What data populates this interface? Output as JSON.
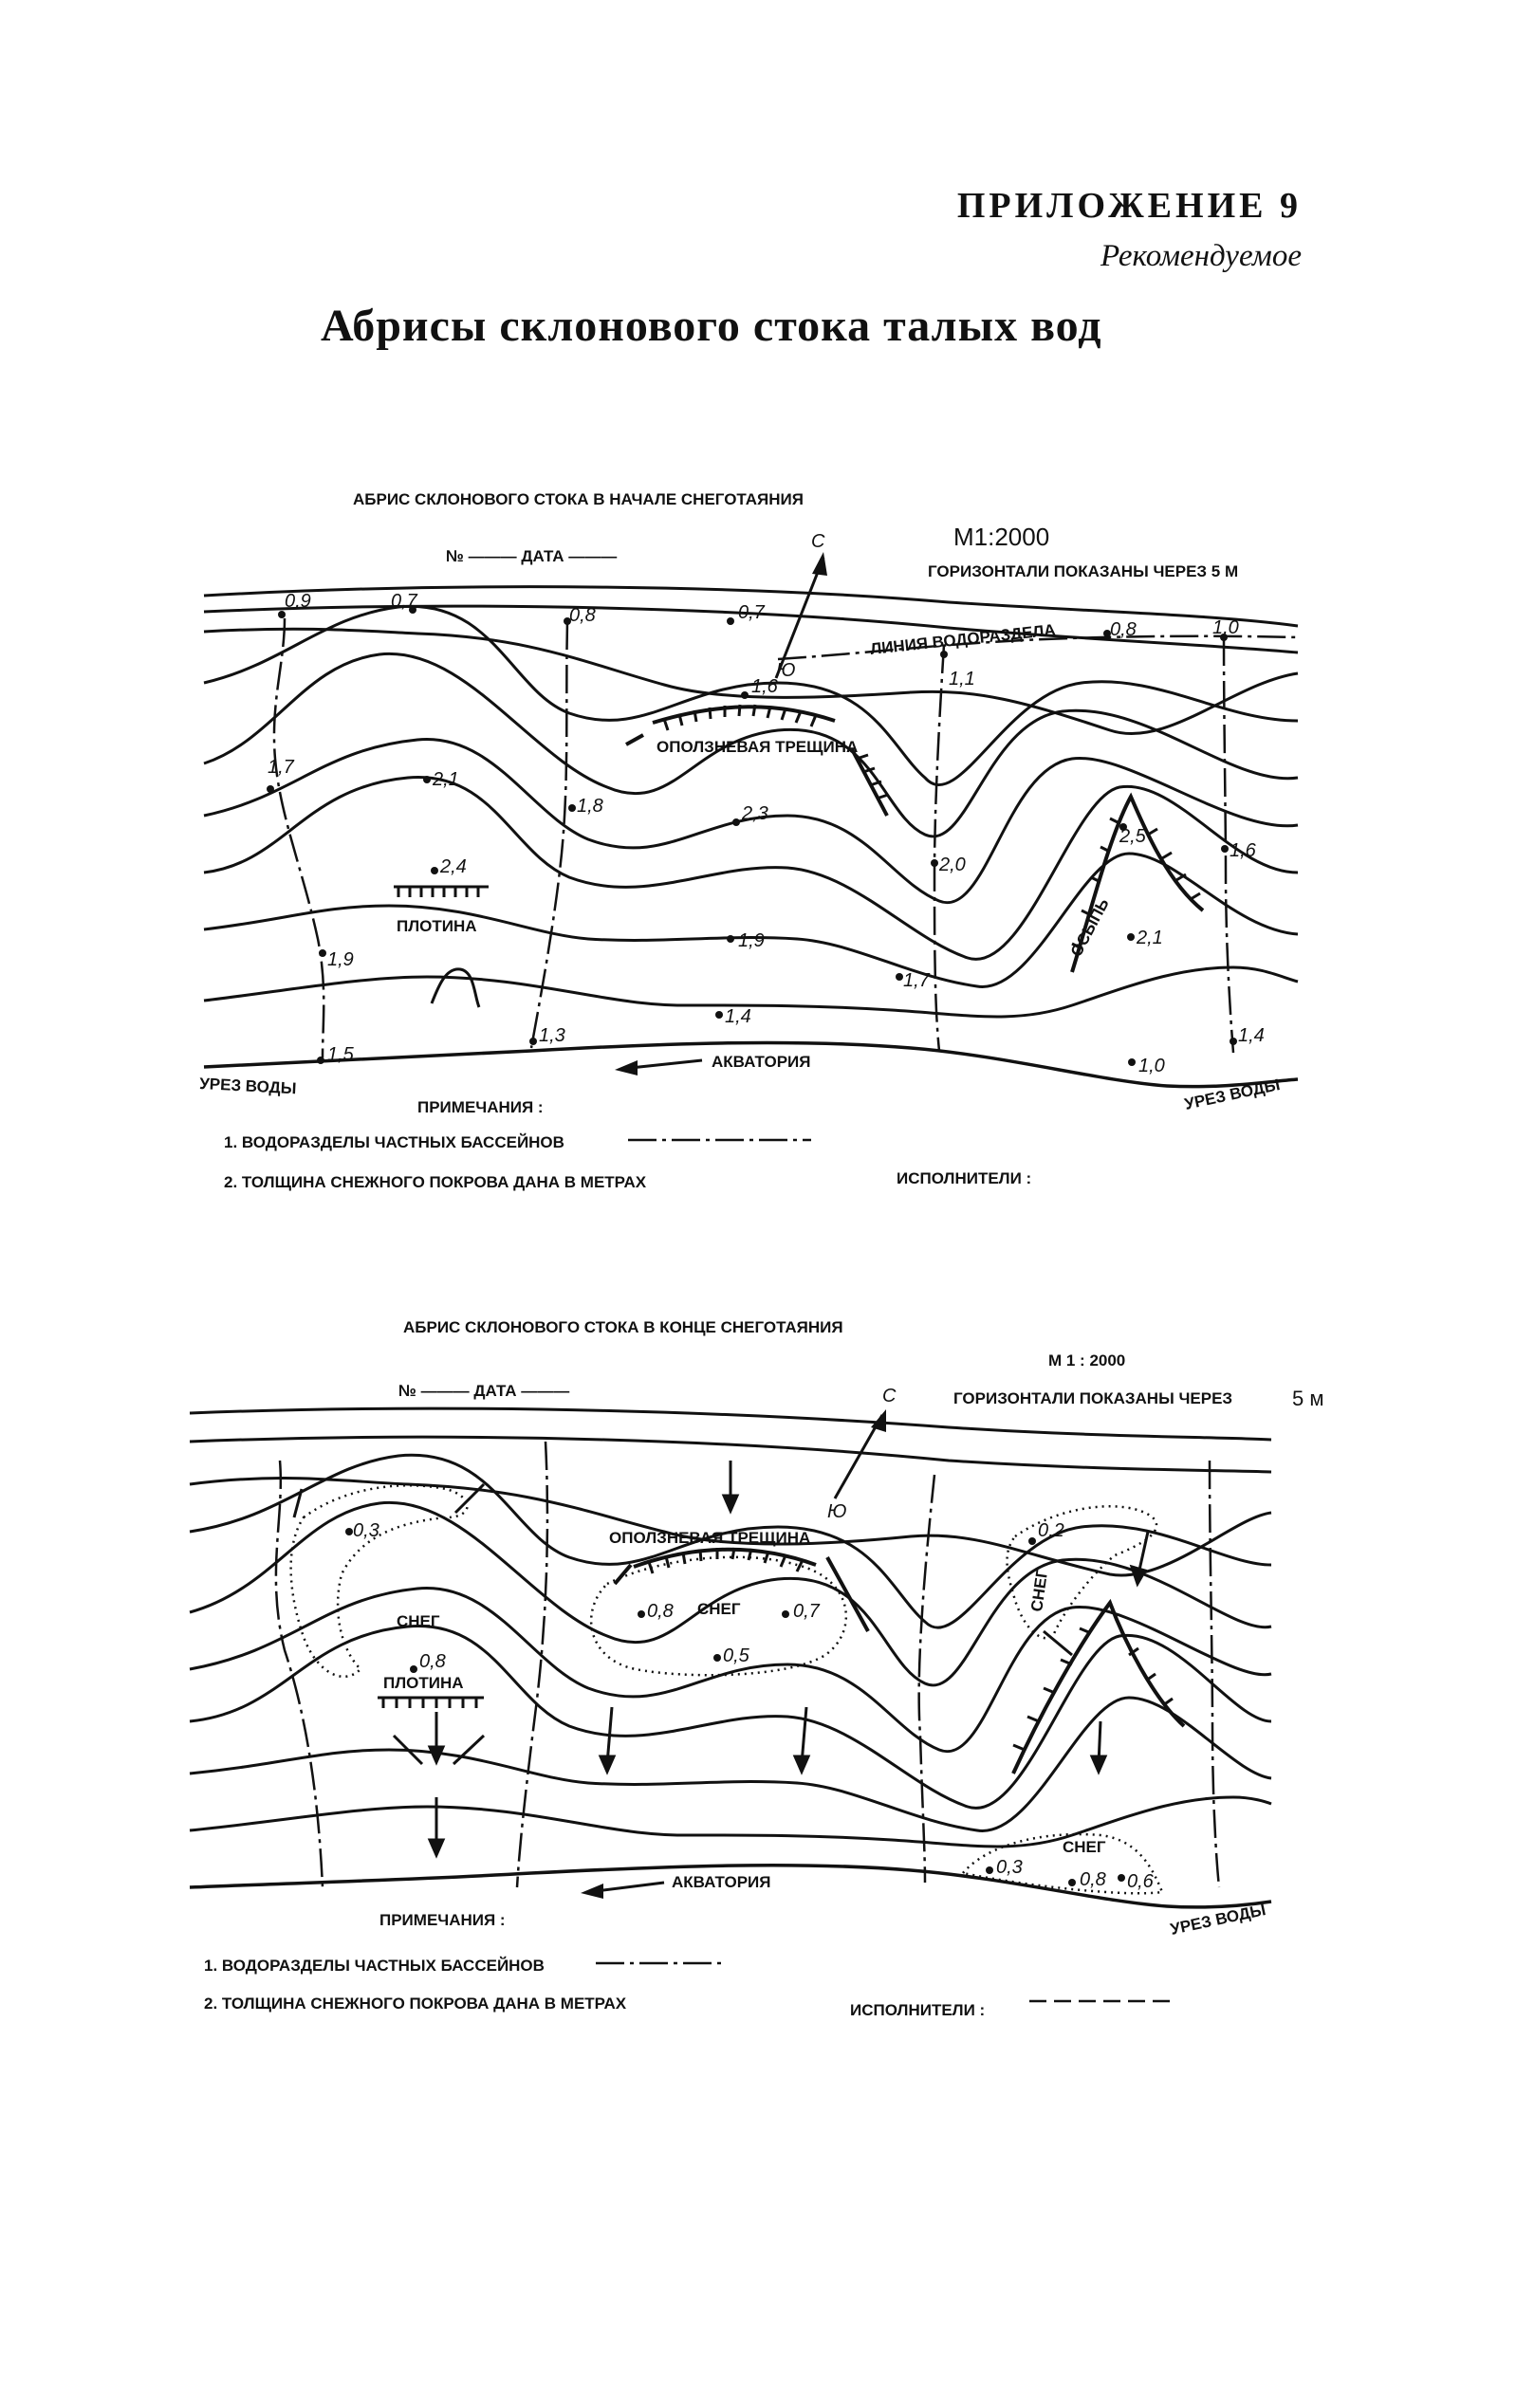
{
  "header": {
    "appendix": "ПРИЛОЖЕНИЕ 9",
    "status": "Рекомендуемое",
    "title": "Абрисы склонового стока талых вод"
  },
  "map1": {
    "title": "АБРИС СКЛОНОВОГО СТОКА В НАЧАЛЕ СНЕГОТАЯНИЯ",
    "number_date": "№ ——— ДАТА ———",
    "scale": "M1:2000",
    "contours_note": "ГОРИЗОНТАЛИ ПОКАЗАНЫ ЧЕРЕЗ 5 М",
    "north": "С",
    "south": "Ю",
    "watershed_line": "ЛИНИЯ ВОДОРАЗДЕЛА",
    "landslide_crack": "ОПОЛЗНЕВАЯ ТРЕЩИНА",
    "dam": "ПЛОТИНА",
    "scree": "ОСЫПЬ",
    "water_area": "АКВАТОРИЯ",
    "waterline_left": "УРЕЗ ВОДЫ",
    "waterline_right": "УРЕЗ ВОДЫ",
    "notes_title": "ПРИМЕЧАНИЯ :",
    "note1": "1. ВОДОРАЗДЕЛЫ ЧАСТНЫХ БАССЕЙНОВ",
    "note2": "2. ТОЛЩИНА СНЕЖНОГО ПОКРОВА ДАНА В МЕТРАХ",
    "performers": "ИСПОЛНИТЕЛИ :",
    "snow_depths": [
      "0,9",
      "0,7",
      "0,8",
      "0,7",
      "0,8",
      "1,0",
      "1,1",
      "1,6",
      "1,7",
      "2,1",
      "2,3",
      "1,8",
      "2,4",
      "1,9",
      "2,0",
      "2,5",
      "1,6",
      "2,1",
      "1,9",
      "1,7",
      "1,4",
      "1,3",
      "1,5",
      "1,0",
      "1,4"
    ]
  },
  "map2": {
    "title": "АБРИС СКЛОНОВОГО СТОКА В КОНЦЕ СНЕГОТАЯНИЯ",
    "number_date": "№ ——— ДАТА ———",
    "scale": "М 1 : 2000",
    "contours_note": "ГОРИЗОНТАЛИ ПОКАЗАНЫ ЧЕРЕЗ",
    "contours_step": "5 м",
    "north": "С",
    "south": "Ю",
    "landslide_crack": "ОПОЛЗНЕВАЯ ТРЕЩИНА",
    "snow_left": "СНЕГ",
    "snow_center": "СНЕГ",
    "snow_right": "СНЕГ",
    "snow_bottom": "СНЕГ",
    "dam": "ПЛОТИНА",
    "water_area": "АКВАТОРИЯ",
    "waterline": "УРЕЗ ВОДЫ",
    "notes_title": "ПРИМЕЧАНИЯ :",
    "note1": "1. ВОДОРАЗДЕЛЫ ЧАСТНЫХ БАССЕЙНОВ",
    "note2": "2. ТОЛЩИНА СНЕЖНОГО ПОКРОВА ДАНА В МЕТРАХ",
    "performers": "ИСПОЛНИТЕЛИ :",
    "snow_depths": [
      "0,3",
      "0,8",
      "0,8",
      "0,7",
      "0,5",
      "0,2",
      "0,3",
      "0,8",
      "0,6"
    ]
  }
}
